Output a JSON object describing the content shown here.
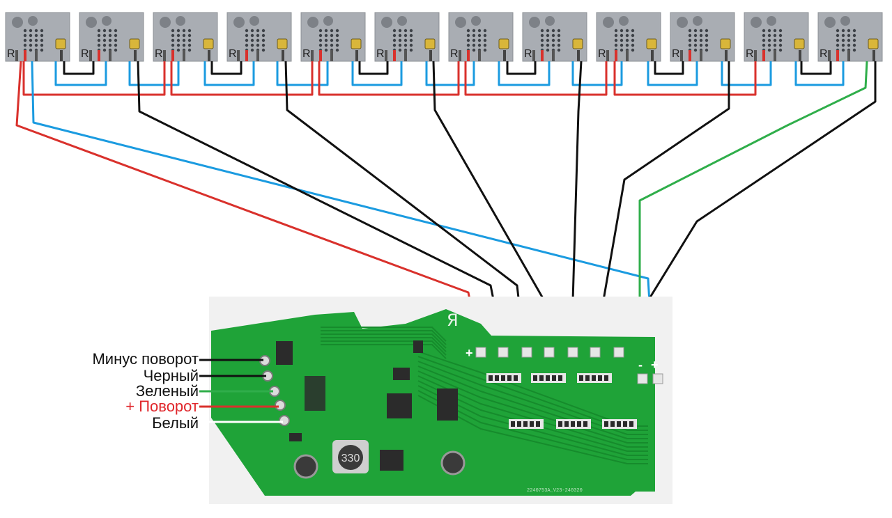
{
  "labels": {
    "minus_turn": "Минус поворот",
    "black": "Черный",
    "green": "Зеленый",
    "plus_turn": "+ Поворот",
    "white": "Белый"
  },
  "module": {
    "count": 12,
    "pin_letter": "R"
  },
  "board": {
    "mark": "Я",
    "plus_mark": "+",
    "minus_mark": "-",
    "out_plus_mark": "+",
    "inductor_code": "330",
    "serial": "2240753A_V23-240320"
  },
  "colors": {
    "board_green": "#1fa338",
    "wire_red": "#d9312c",
    "wire_blue": "#1b9be0",
    "wire_black": "#111111",
    "wire_green": "#2fae4a",
    "wire_white": "#ffffff",
    "module_gray": "#a9adb3"
  },
  "icons": {
    "module": "led-module-icon",
    "chip": "microcontroller-chip-icon",
    "capacitor": "electrolytic-capacitor-icon",
    "inductor": "inductor-icon"
  }
}
